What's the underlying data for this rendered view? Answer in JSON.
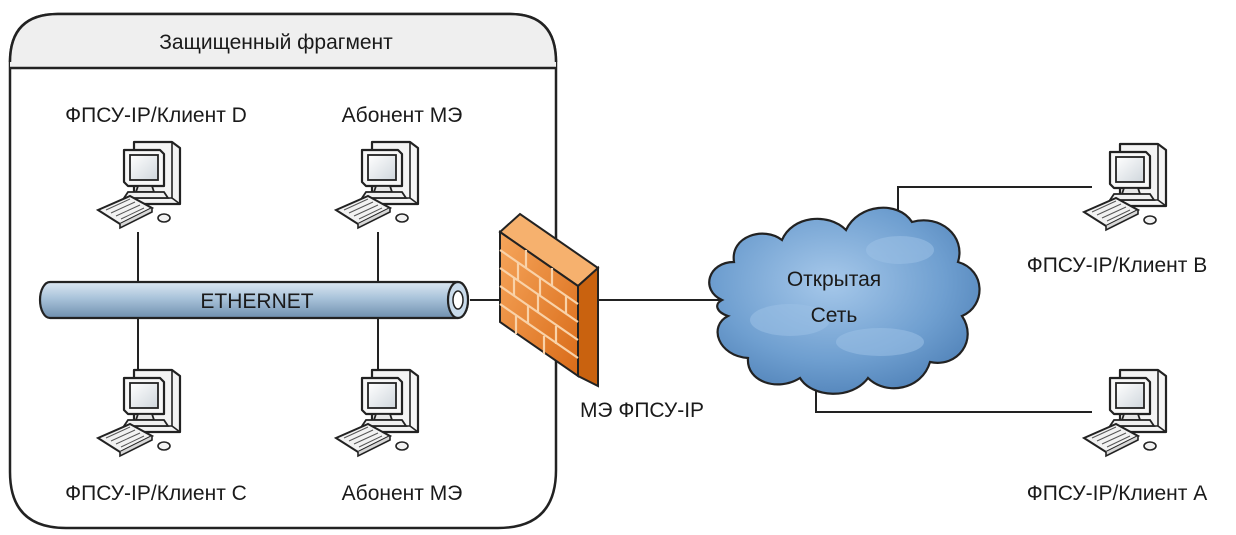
{
  "zone": {
    "title": "Защищенный фрагмент"
  },
  "bus": {
    "label": "ETHERNET"
  },
  "nodes": {
    "client_d": "ФПСУ-IP/Клиент D",
    "abonent_top": "Абонент МЭ",
    "client_c": "ФПСУ-IP/Клиент C",
    "abonent_bottom": "Абонент МЭ",
    "firewall": "МЭ ФПСУ-IP",
    "client_b": "ФПСУ-IP/Клиент B",
    "client_a": "ФПСУ-IP/Клиент A"
  },
  "cloud": {
    "line1": "Открытая",
    "line2": "Сеть"
  },
  "icons": {
    "computer": "desktop-computer-icon",
    "firewall": "brick-firewall-icon",
    "cloud": "network-cloud-icon"
  },
  "colors": {
    "zone_header": "#efefef",
    "bus_fill": "#a9c3da",
    "firewall_fill": "#e8822a",
    "cloud_fill": "#6f9fd0",
    "computer_fill": "#f2f2f2"
  }
}
